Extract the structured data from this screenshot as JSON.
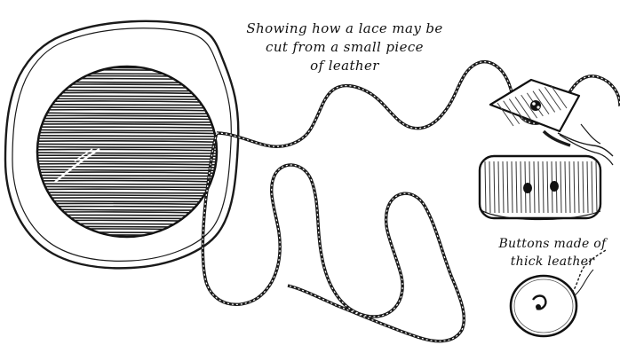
{
  "figure": {
    "lace_caption": [
      "Showing how a lace may be",
      "cut from a small piece",
      "of leather"
    ],
    "buttons_caption": [
      "Buttons made of",
      "thick leather"
    ]
  }
}
